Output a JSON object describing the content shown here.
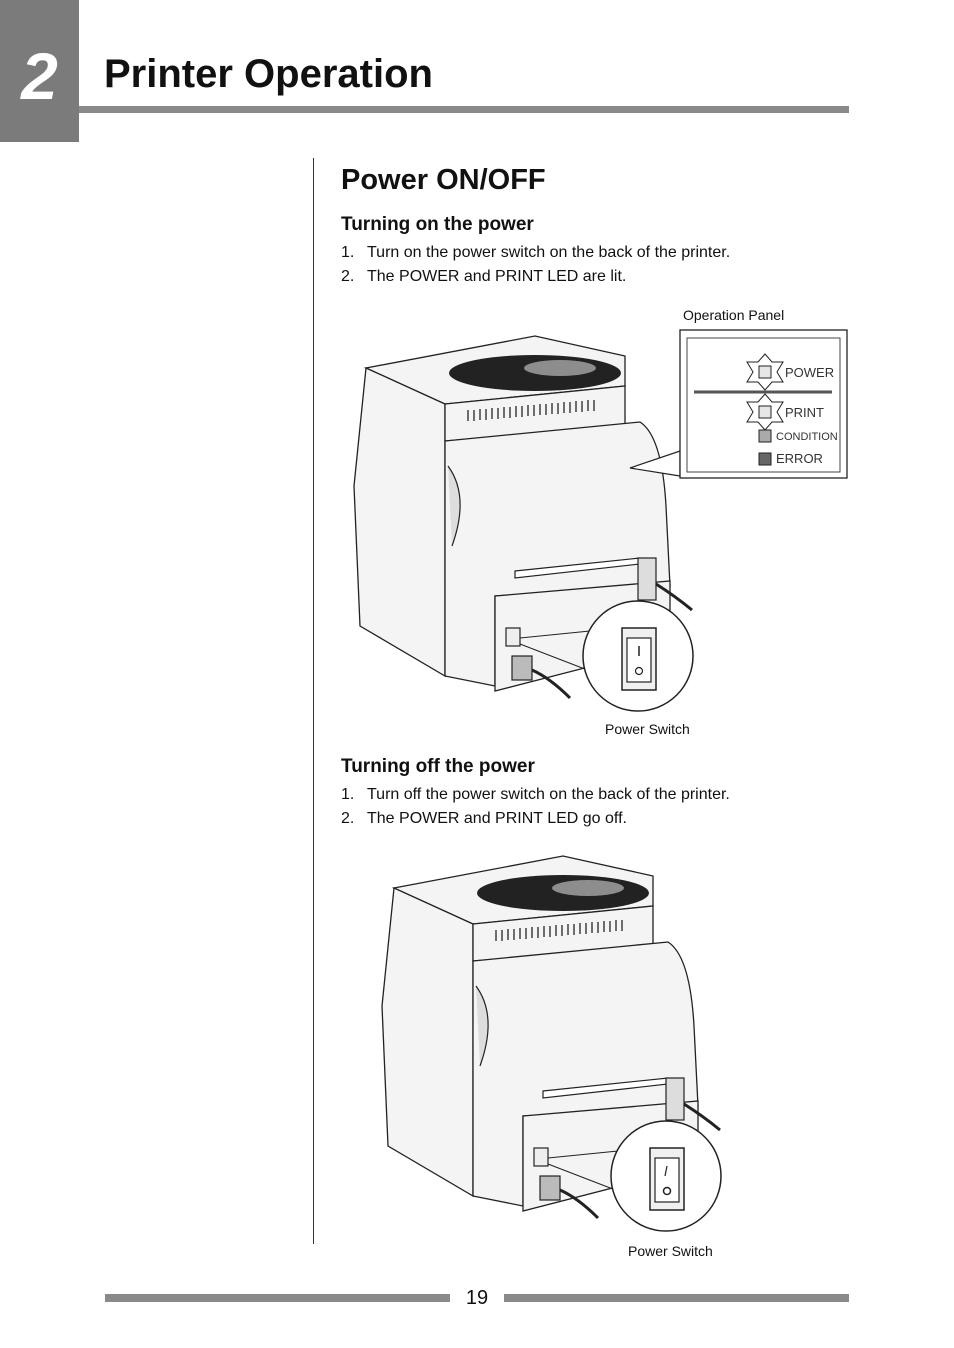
{
  "chapter": {
    "number": "2",
    "title": "Printer Operation"
  },
  "section": {
    "title": "Power ON/OFF"
  },
  "power_on": {
    "heading": "Turning on the power",
    "steps": [
      {
        "num": "1.",
        "text": "Turn on the power switch on the back of the printer."
      },
      {
        "num": "2.",
        "text": "The POWER and PRINT LED are lit."
      }
    ],
    "panel_caption": "Operation Panel",
    "panel_leds": [
      "POWER",
      "PRINT",
      "CONDITION",
      "ERROR"
    ],
    "switch_caption": "Power Switch"
  },
  "power_off": {
    "heading": "Turning off the power",
    "steps": [
      {
        "num": "1.",
        "text": "Turn off the power switch on the back of the printer."
      },
      {
        "num": "2.",
        "text": "The POWER and PRINT LED go off."
      }
    ],
    "switch_caption": "Power Switch"
  },
  "footer": {
    "page_number": "19"
  }
}
